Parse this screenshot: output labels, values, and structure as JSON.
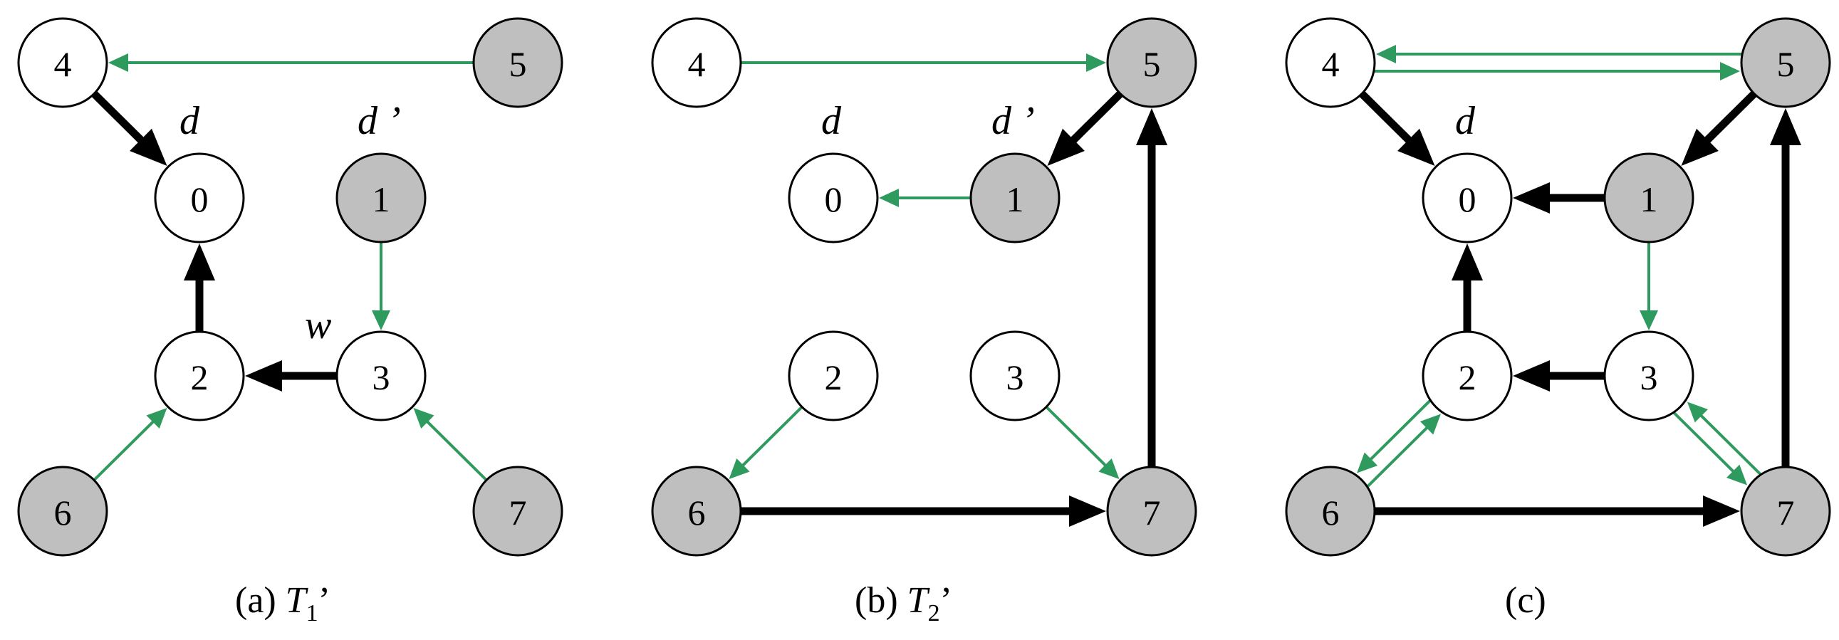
{
  "colors": {
    "green": "#2e9a5e",
    "black": "#000000",
    "gray_fill": "#bfbfbf",
    "white_fill": "#ffffff"
  },
  "panels": [
    {
      "id": "a",
      "caption": {
        "prefix": "(a) ",
        "var": "T",
        "sub": "1",
        "suffix": "’"
      },
      "nodes": [
        {
          "id": "0",
          "label": "0",
          "fill": "white"
        },
        {
          "id": "1",
          "label": "1",
          "fill": "gray"
        },
        {
          "id": "2",
          "label": "2",
          "fill": "white"
        },
        {
          "id": "3",
          "label": "3",
          "fill": "white"
        },
        {
          "id": "4",
          "label": "4",
          "fill": "white"
        },
        {
          "id": "5",
          "label": "5",
          "fill": "gray"
        },
        {
          "id": "6",
          "label": "6",
          "fill": "gray"
        },
        {
          "id": "7",
          "label": "7",
          "fill": "gray"
        }
      ],
      "edges": [
        {
          "from": "5",
          "to": "4",
          "style": "green"
        },
        {
          "from": "4",
          "to": "0",
          "style": "black"
        },
        {
          "from": "2",
          "to": "0",
          "style": "black"
        },
        {
          "from": "3",
          "to": "2",
          "style": "black"
        },
        {
          "from": "1",
          "to": "3",
          "style": "green"
        },
        {
          "from": "6",
          "to": "2",
          "style": "green"
        },
        {
          "from": "7",
          "to": "3",
          "style": "green"
        }
      ],
      "labels": [
        {
          "text": "d",
          "near": "0"
        },
        {
          "text": "d ’",
          "near": "1"
        },
        {
          "text": "w",
          "near": "3"
        }
      ]
    },
    {
      "id": "b",
      "caption": {
        "prefix": "(b) ",
        "var": "T",
        "sub": "2",
        "suffix": "’"
      },
      "nodes": [
        {
          "id": "0",
          "label": "0",
          "fill": "white"
        },
        {
          "id": "1",
          "label": "1",
          "fill": "gray"
        },
        {
          "id": "2",
          "label": "2",
          "fill": "white"
        },
        {
          "id": "3",
          "label": "3",
          "fill": "white"
        },
        {
          "id": "4",
          "label": "4",
          "fill": "white"
        },
        {
          "id": "5",
          "label": "5",
          "fill": "gray"
        },
        {
          "id": "6",
          "label": "6",
          "fill": "gray"
        },
        {
          "id": "7",
          "label": "7",
          "fill": "gray"
        }
      ],
      "edges": [
        {
          "from": "4",
          "to": "5",
          "style": "green"
        },
        {
          "from": "5",
          "to": "1",
          "style": "black"
        },
        {
          "from": "1",
          "to": "0",
          "style": "green"
        },
        {
          "from": "7",
          "to": "5",
          "style": "black"
        },
        {
          "from": "6",
          "to": "7",
          "style": "black"
        },
        {
          "from": "2",
          "to": "6",
          "style": "green"
        },
        {
          "from": "3",
          "to": "7",
          "style": "green"
        }
      ],
      "labels": [
        {
          "text": "d",
          "near": "0"
        },
        {
          "text": "d ’",
          "near": "1"
        }
      ]
    },
    {
      "id": "c",
      "caption": {
        "prefix": "(c)",
        "var": "",
        "sub": "",
        "suffix": ""
      },
      "nodes": [
        {
          "id": "0",
          "label": "0",
          "fill": "white"
        },
        {
          "id": "1",
          "label": "1",
          "fill": "gray"
        },
        {
          "id": "2",
          "label": "2",
          "fill": "white"
        },
        {
          "id": "3",
          "label": "3",
          "fill": "white"
        },
        {
          "id": "4",
          "label": "4",
          "fill": "white"
        },
        {
          "id": "5",
          "label": "5",
          "fill": "gray"
        },
        {
          "id": "6",
          "label": "6",
          "fill": "gray"
        },
        {
          "id": "7",
          "label": "7",
          "fill": "gray"
        }
      ],
      "edges": [
        {
          "from": "4",
          "to": "5",
          "style": "green",
          "offset": -1
        },
        {
          "from": "5",
          "to": "4",
          "style": "green",
          "offset": -1
        },
        {
          "from": "4",
          "to": "0",
          "style": "black"
        },
        {
          "from": "5",
          "to": "1",
          "style": "black"
        },
        {
          "from": "1",
          "to": "0",
          "style": "black"
        },
        {
          "from": "1",
          "to": "3",
          "style": "green"
        },
        {
          "from": "2",
          "to": "0",
          "style": "black"
        },
        {
          "from": "3",
          "to": "2",
          "style": "black"
        },
        {
          "from": "6",
          "to": "2",
          "style": "green",
          "offset": -1
        },
        {
          "from": "2",
          "to": "6",
          "style": "green",
          "offset": -1
        },
        {
          "from": "3",
          "to": "7",
          "style": "green",
          "offset": -1
        },
        {
          "from": "7",
          "to": "3",
          "style": "green",
          "offset": -1
        },
        {
          "from": "6",
          "to": "7",
          "style": "black"
        },
        {
          "from": "7",
          "to": "5",
          "style": "black"
        }
      ],
      "labels": [
        {
          "text": "d",
          "near": "0"
        }
      ]
    }
  ]
}
